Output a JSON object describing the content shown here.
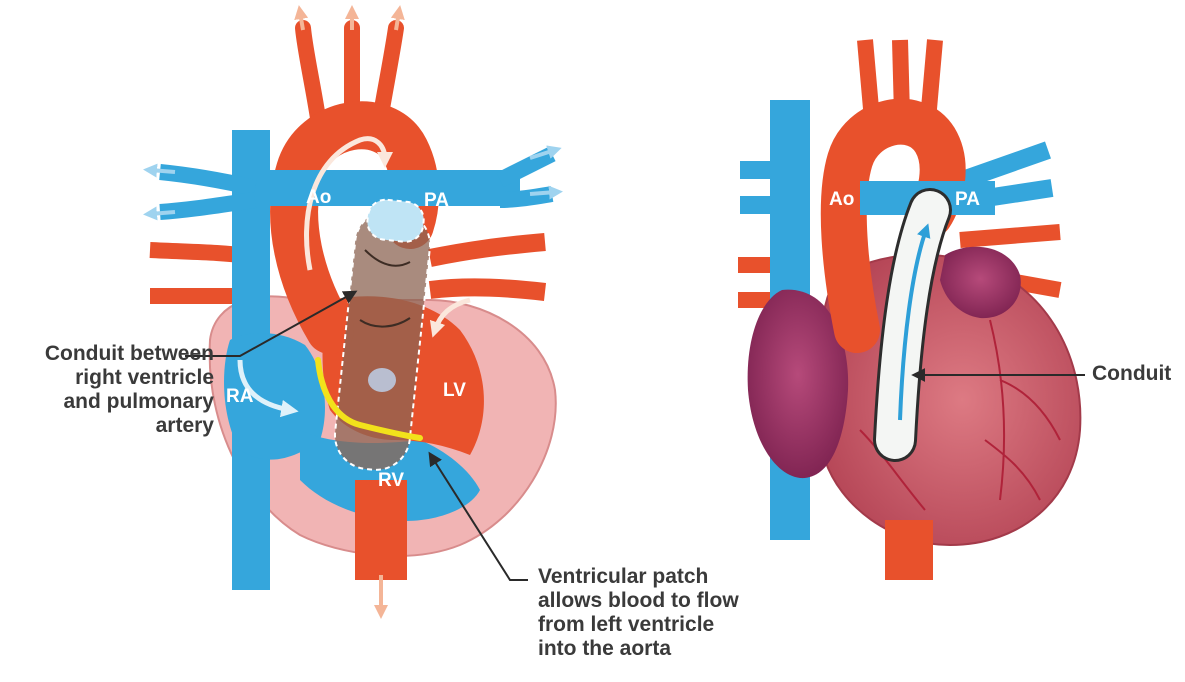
{
  "left_diagram": {
    "labels": {
      "ao": "Ao",
      "pa": "PA",
      "ra": "RA",
      "lv": "LV",
      "rv": "RV"
    },
    "callouts": {
      "conduit_between": [
        "Conduit between",
        "right ventricle",
        "and pulmonary",
        "artery"
      ],
      "ventricular_patch": [
        "Ventricular patch",
        "allows blood to flow",
        "from left ventricle",
        "into the aorta"
      ]
    }
  },
  "right_diagram": {
    "labels": {
      "ao": "Ao",
      "pa": "PA"
    },
    "callouts": {
      "conduit": "Conduit"
    }
  },
  "colors": {
    "aorta_red": "#e8512c",
    "vein_blue": "#35a6dc",
    "flow_arrow_blue": "#9fd3ef",
    "flow_arrow_red": "#f4b597",
    "heart_pink": "#f1b4b4",
    "heart_body": "#c9535f",
    "atrium_purple": "#9c2f5e",
    "patch_yellow": "#f2e21b",
    "conduit_white": "#f4f6f4",
    "label_text": "#3a3a3a"
  }
}
